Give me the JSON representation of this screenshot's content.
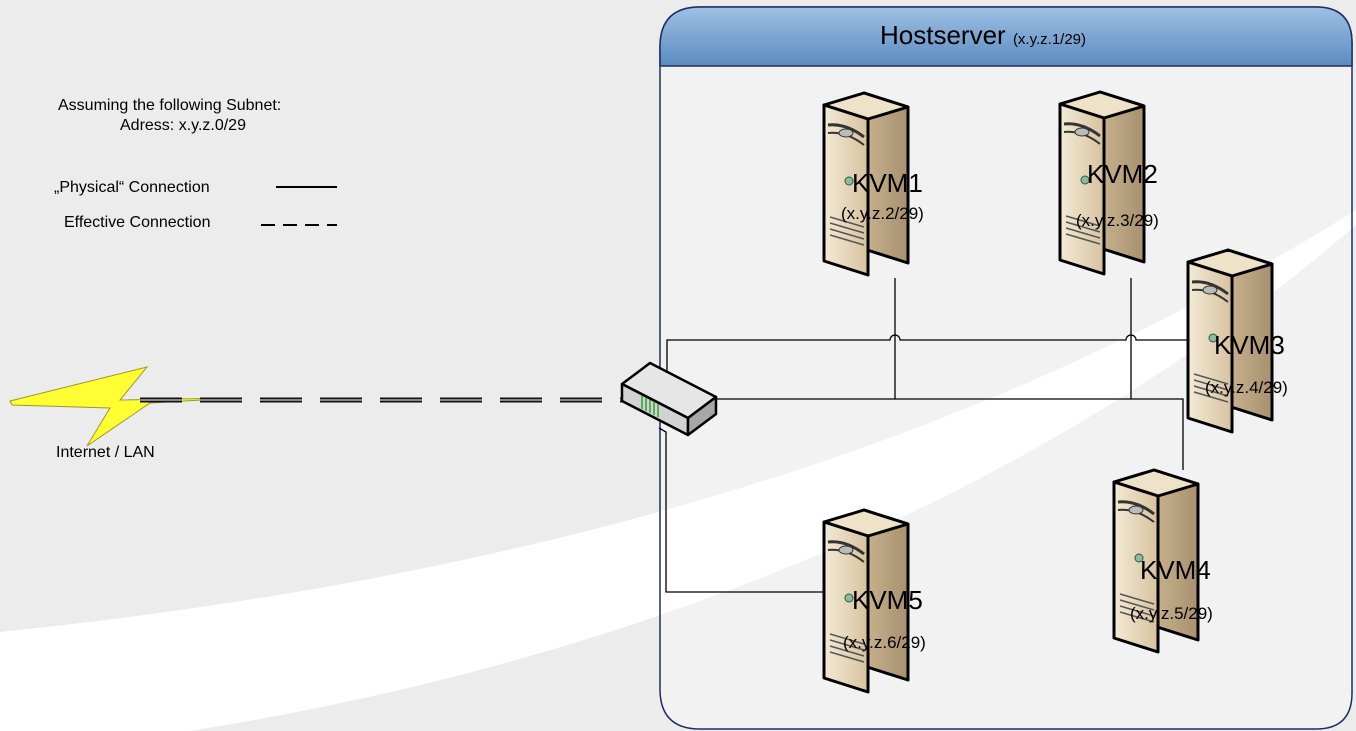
{
  "legend": {
    "title": "Assuming the following Subnet:",
    "address": "Adress: x.y.z.0/29",
    "physical_label": "„Physical“ Connection",
    "effective_label": "Effective Connection"
  },
  "internet": {
    "label": "Internet / LAN"
  },
  "host": {
    "title": "Hostserver",
    "ip": "(x.y.z.1/29)"
  },
  "vms": [
    {
      "name": "KVM1",
      "ip": "(x.y.z.2/29)"
    },
    {
      "name": "KVM2",
      "ip": "(x.y.z.3/29)"
    },
    {
      "name": "KVM3",
      "ip": "(x.y.z.4/29)"
    },
    {
      "name": "KVM4",
      "ip": "(x.y.z.5/29)"
    },
    {
      "name": "KVM5",
      "ip": "(x.y.z.6/29)"
    }
  ],
  "icons": {
    "switch": "network-switch-icon",
    "server": "server-tower-icon",
    "internet": "lightning-bolt-icon"
  },
  "colors": {
    "host_header": "#6f9bcb",
    "host_border": "#1f2d5f",
    "server_body": "#e3d2b4",
    "bolt": "#ffff33",
    "background_swoosh": "#ececec"
  }
}
